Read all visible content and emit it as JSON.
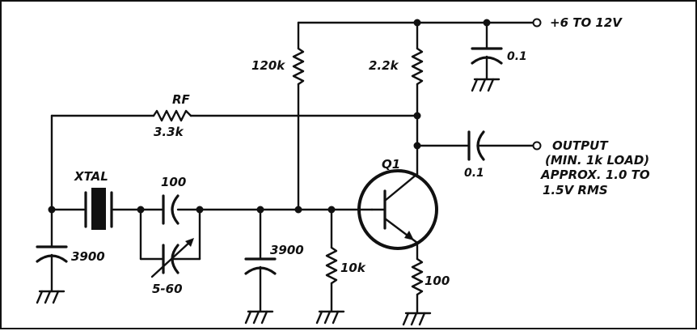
{
  "labels": {
    "supply": "+6 TO 12V",
    "r_bias_top": "120k",
    "r_collector": "2.2k",
    "c_supply_bypass": "0.1",
    "r_feedback_name": "RF",
    "r_feedback_value": "3.3k",
    "output_line1": "OUTPUT",
    "output_line2": "(MIN. 1k LOAD)",
    "output_line3": "APPROX. 1.0 TO",
    "output_line4": "1.5V RMS",
    "c_output": "0.1",
    "transistor": "Q1",
    "crystal": "XTAL",
    "c_series": "100",
    "c_trimmer": "5-60",
    "c_left_shunt": "3900",
    "c_mid_shunt": "3900",
    "r_base_bottom": "10k",
    "r_emitter": "100"
  }
}
